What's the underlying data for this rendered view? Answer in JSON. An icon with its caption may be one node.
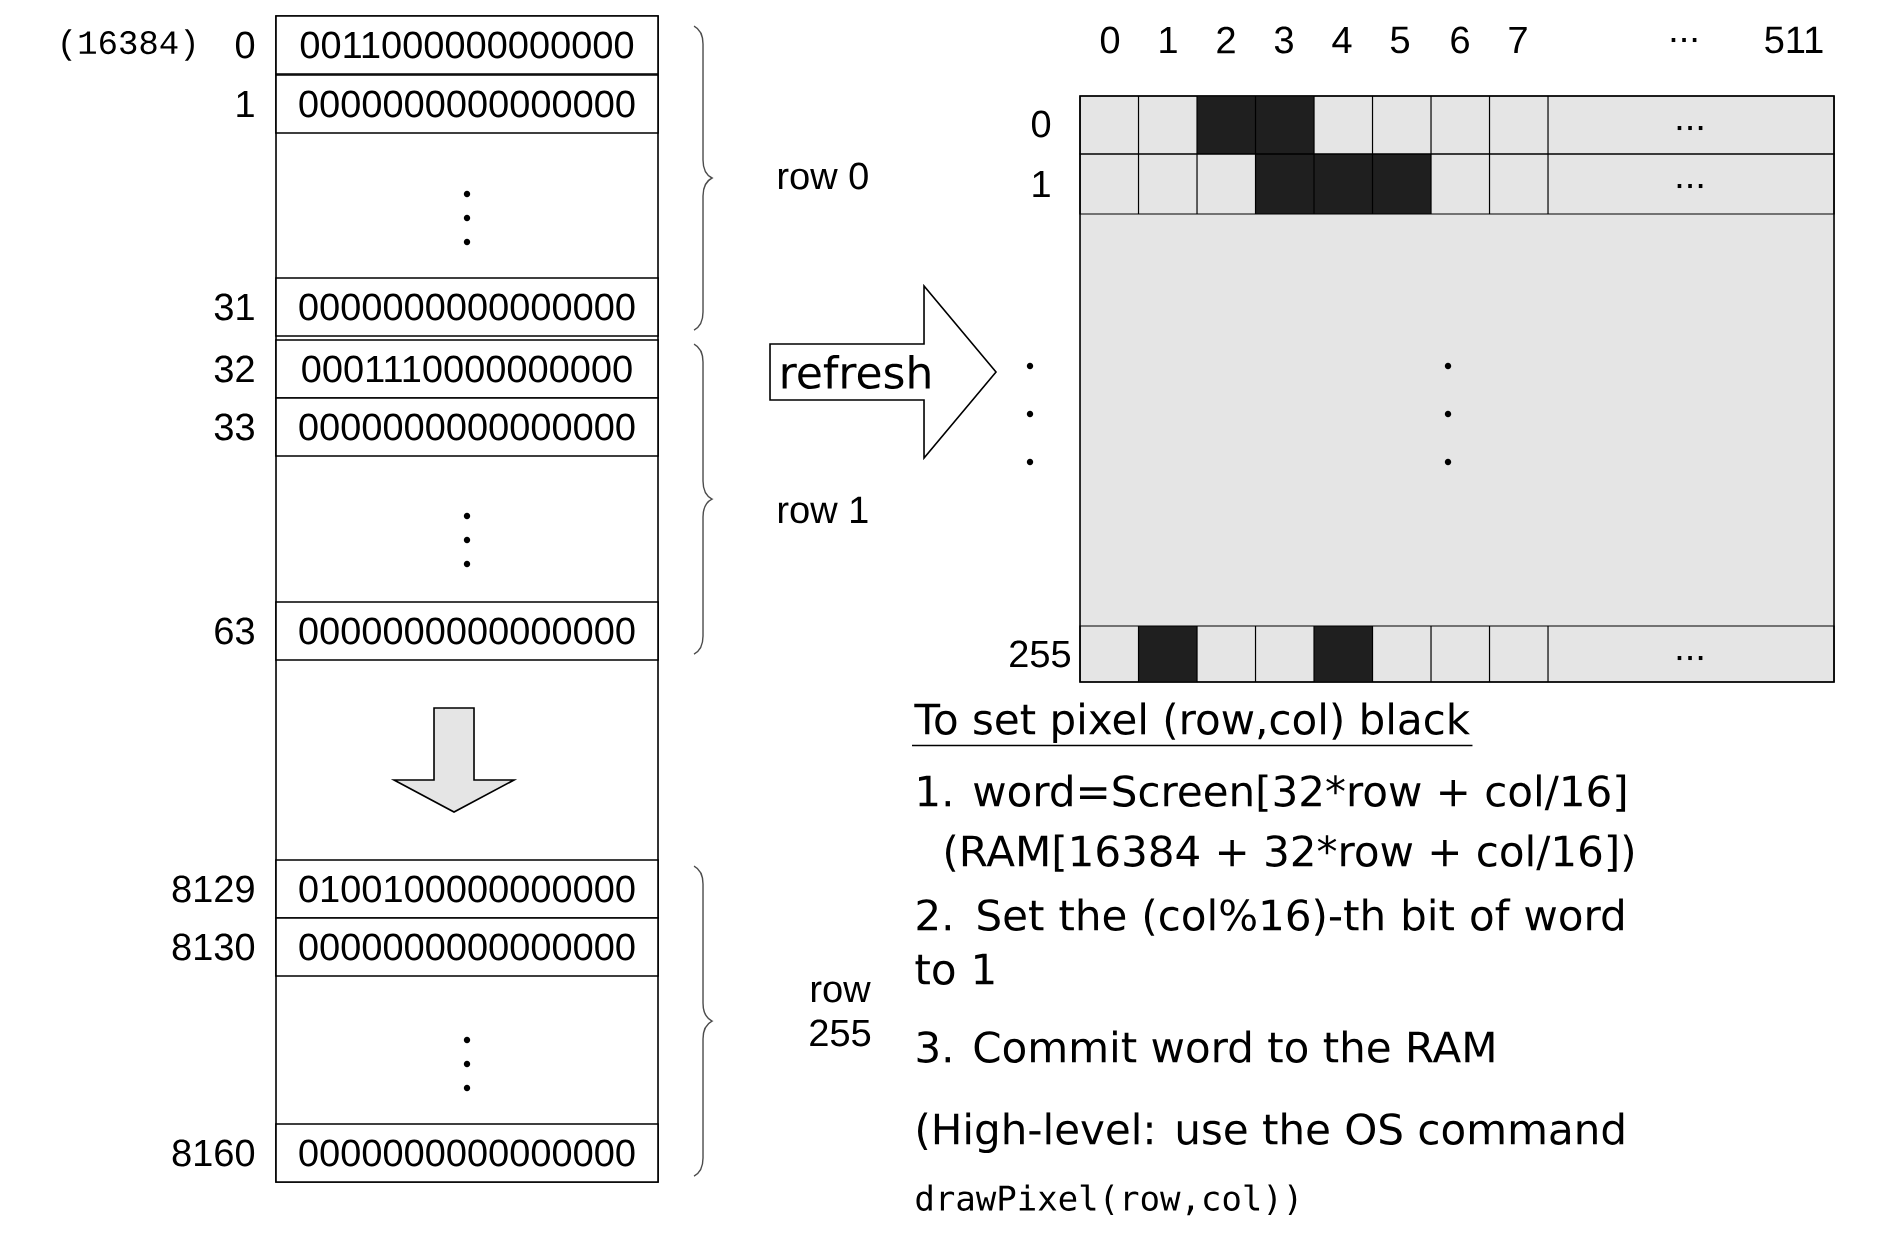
{
  "diagram": {
    "nodes": [
      {
        "text": [],
        "shape": "box"
      },
      {
        "text": [
          "0011000000000000"
        ],
        "in": 0,
        "beside": [
          "(16384)",
          "0"
        ]
      },
      {
        "text": [
          "0000000000000000"
        ],
        "in": 0,
        "beside": [
          "1"
        ]
      },
      {
        "text": [
          "0000000000000000"
        ],
        "in": 0,
        "beside": [
          "31"
        ]
      },
      {
        "text": [
          "0001110000000000"
        ],
        "in": 0,
        "beside": [
          "32"
        ]
      },
      {
        "text": [
          "0000000000000000"
        ],
        "in": 0,
        "beside": [
          "33"
        ]
      },
      {
        "text": [
          "0000000000000000"
        ],
        "in": 0,
        "beside": [
          "63"
        ]
      },
      {
        "text": [
          "0100100000000000"
        ],
        "in": 0,
        "beside": [
          "8129"
        ]
      },
      {
        "text": [
          "0000000000000000"
        ],
        "in": 0,
        "beside": [
          "8130"
        ]
      },
      {
        "text": [
          "0000000000000000"
        ],
        "in": 0,
        "beside": [
          "8160"
        ]
      },
      {
        "text": [],
        "shape": "box"
      }
    ],
    "edges": [
      {
        "from": 6,
        "to": 7,
        "arrow": "to"
      },
      {
        "from": 0,
        "to": 10,
        "arrow": "to",
        "label": "refresh"
      }
    ],
    "labels": [
      "0",
      "1",
      "2",
      "3",
      "4",
      "5",
      "6",
      "7",
      "...",
      "511",
      "0",
      "...",
      "1",
      "...",
      "row 0",
      "row 1",
      "255",
      "...",
      "row 255",
      "To set pixel (row,col) black",
      "1. word=Screen[32*row + col/16]",
      "(RAM[16384 + 32*row + col/16])",
      "2. Set the (col%16)-th bit of word to 1",
      "3. Commit word to the RAM",
      "(High-level: use the OS command",
      "drawPixel(row,col))"
    ]
  }
}
